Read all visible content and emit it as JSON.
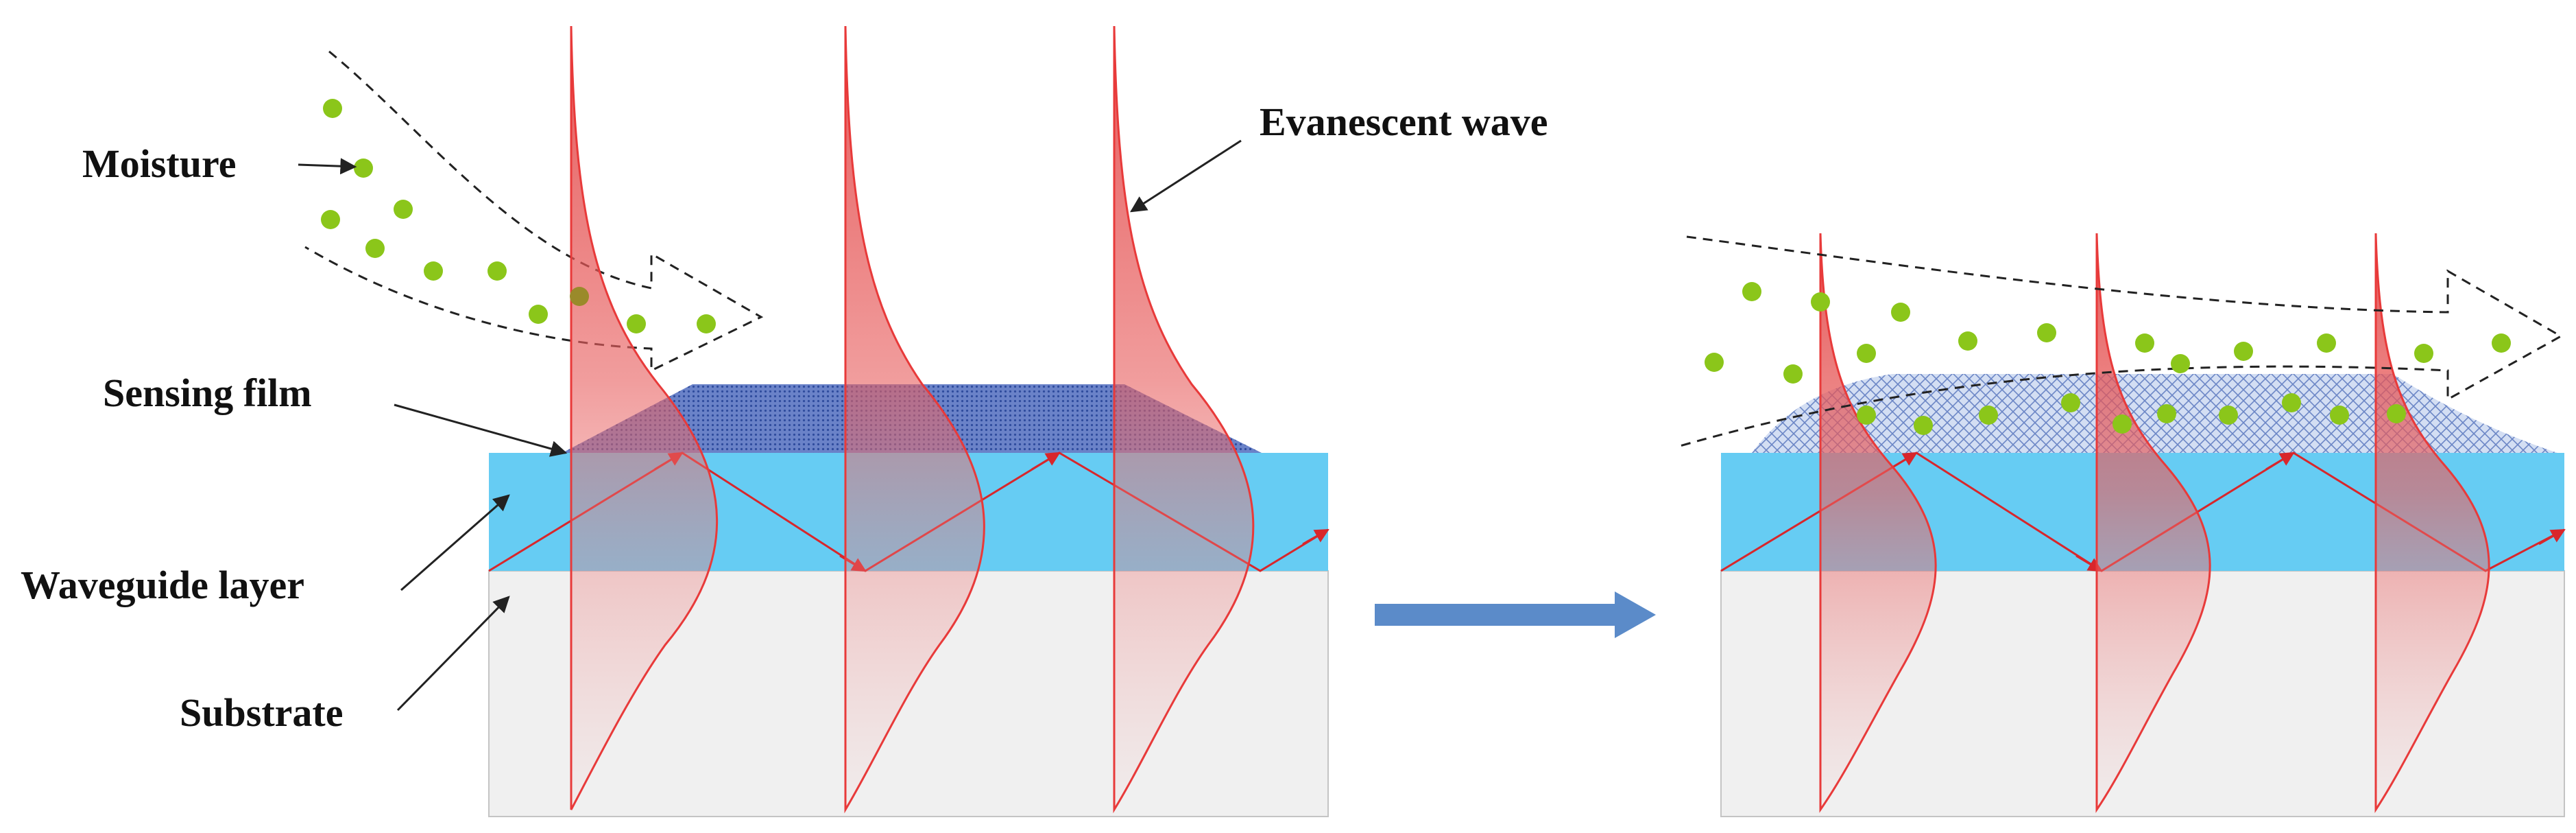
{
  "labels": {
    "moisture": "Moisture",
    "evanescent_wave": "Evanescent wave",
    "sensing_film": "Sensing film",
    "waveguide_layer": "Waveguide layer",
    "substrate": "Substrate"
  },
  "colors": {
    "substrate": "#f0f0f0",
    "waveguide": "#66ccf3",
    "film_dense": "#5a72bf",
    "film_swollen": "#9fb6e6",
    "wave_red": "#e83a3a",
    "ray_red": "#d8262b",
    "moisture_dot": "#8bc61a",
    "process_arrow": "#5b8bc9"
  }
}
